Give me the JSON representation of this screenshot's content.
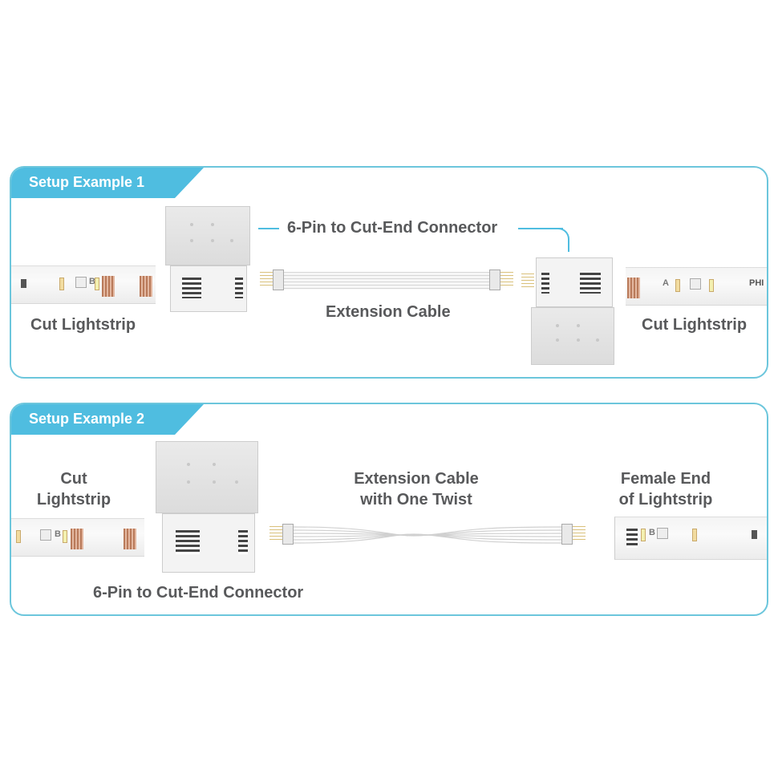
{
  "example1": {
    "tab_title": "Setup Example 1",
    "connector_label": "6-Pin to Cut-End Connector",
    "cable_label": "Extension Cable",
    "left_strip_label": "Cut Lightstrip",
    "right_strip_label": "Cut Lightstrip",
    "left_strip_marking": "B",
    "right_strip_marking": "A",
    "right_strip_brand": "PHI"
  },
  "example2": {
    "tab_title": "Setup Example 2",
    "left_strip_label_line1": "Cut",
    "left_strip_label_line2": "Lightstrip",
    "cable_label_line1": "Extension Cable",
    "cable_label_line2": "with One Twist",
    "right_strip_label_line1": "Female End",
    "right_strip_label_line2": "of Lightstrip",
    "connector_label": "6-Pin to Cut-End Connector",
    "left_strip_marking": "B",
    "right_strip_marking": "B"
  },
  "colors": {
    "accent": "#4fbde0",
    "border": "#6cc6dc",
    "text": "#58595b"
  }
}
